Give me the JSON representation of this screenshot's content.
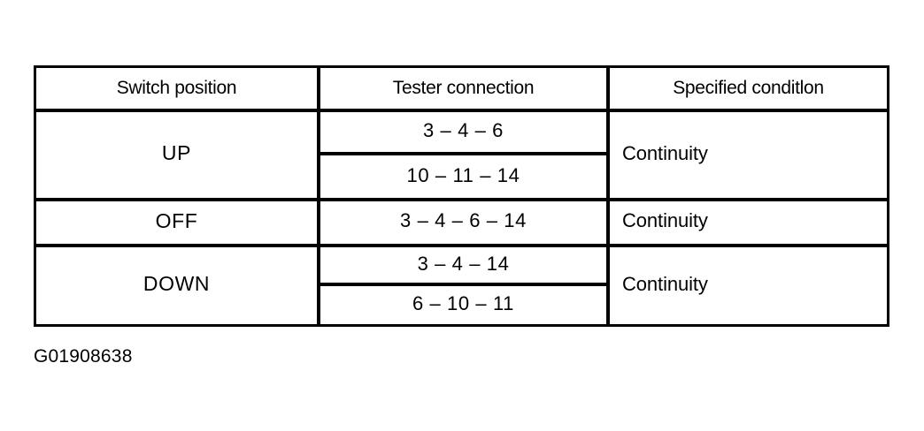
{
  "table": {
    "columns": [
      {
        "key": "switch_position",
        "label": "Switch position"
      },
      {
        "key": "tester_connection",
        "label": "Tester connection"
      },
      {
        "key": "specified_condition",
        "label": "Specified conditlon"
      }
    ],
    "rows": [
      {
        "switch_position": "UP",
        "tester_connection": [
          "3 – 4 – 6",
          "10 – 11 – 14"
        ],
        "specified_condition": "Continuity"
      },
      {
        "switch_position": "OFF",
        "tester_connection": [
          "3 – 4 – 6 – 14"
        ],
        "specified_condition": "Continuity"
      },
      {
        "switch_position": "DOWN",
        "tester_connection": [
          "3 – 4 – 14",
          "6 – 10 – 11"
        ],
        "specified_condition": "Continuity"
      }
    ]
  },
  "caption": "G01908638",
  "colors": {
    "background": "#ffffff",
    "ink": "#000000",
    "rule": "#000000"
  }
}
